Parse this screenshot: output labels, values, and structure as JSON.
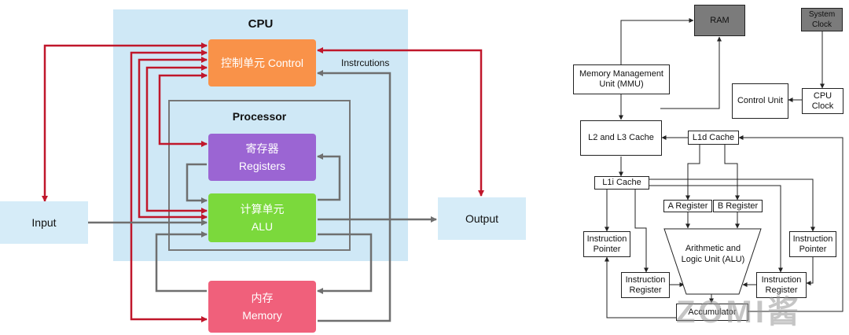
{
  "left_diagram": {
    "cpu_title": "CPU",
    "processor_title": "Processor",
    "control": {
      "line1": "控制单元 Control"
    },
    "registers": {
      "line1": "寄存器",
      "line2": "Registers"
    },
    "alu": {
      "line1": "计算单元",
      "line2": "ALU"
    },
    "memory": {
      "line1": "内存",
      "line2": "Memory"
    },
    "input": "Input",
    "output": "Output",
    "instructions_label": "Instrcutions",
    "colors": {
      "cpu_bg": "#cfe8f6",
      "control": "#f99249",
      "registers": "#9b65d3",
      "alu": "#7bd93c",
      "memory": "#f0607b",
      "io": "#d6ecf8",
      "red_arrow": "#c0172b",
      "gray_arrow": "#6f6f6f"
    }
  },
  "right_diagram": {
    "ram": "RAM",
    "system_clock": "System Clock",
    "mmu": "Memory Management Unit (MMU)",
    "control_unit": "Control Unit",
    "cpu_clock": "CPU Clock",
    "l2_l3": "L2 and L3 Cache",
    "l1d": "L1d Cache",
    "l1i": "L1i Cache",
    "a_register": "A Register",
    "b_register": "B Register",
    "alu": "Arithmetic and Logic Unit (ALU)",
    "ip_left": "Instruction Pointer",
    "ip_right": "Instruction Pointer",
    "ir_left": "Instruction Register",
    "ir_right": "Instruction Register",
    "accumulator": "Accumulator"
  },
  "watermark": "ZOMI酱"
}
